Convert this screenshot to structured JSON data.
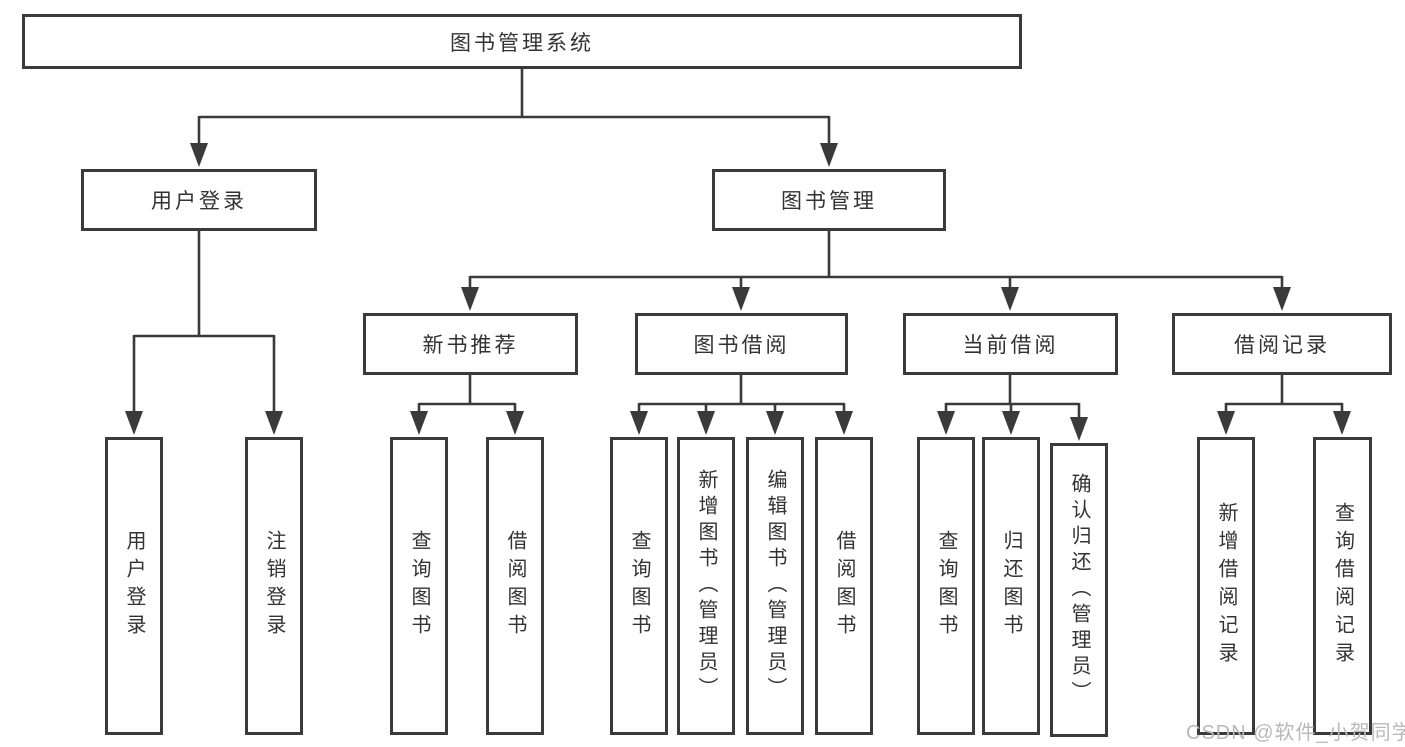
{
  "colors": {
    "line": "#3a3a3a",
    "text": "#333333",
    "box_background": "#ffffff",
    "watermark": "#b9b9b9"
  },
  "diagram": {
    "root": {
      "label": "图书管理系统"
    },
    "level2": [
      {
        "id": "user-login",
        "label": "用户登录"
      },
      {
        "id": "book-management",
        "label": "图书管理"
      }
    ],
    "level3": [
      {
        "id": "new-book-recommendation",
        "label": "新书推荐"
      },
      {
        "id": "book-borrowing",
        "label": "图书借阅"
      },
      {
        "id": "current-borrowing",
        "label": "当前借阅"
      },
      {
        "id": "borrowing-records",
        "label": "借阅记录"
      }
    ],
    "leaves": {
      "user_login": [
        "用户登录",
        "注销登录"
      ],
      "new_book_recommendation": [
        "查询图书",
        "借阅图书"
      ],
      "book_borrowing": [
        "查询图书",
        "新增图书（管理员）",
        "编辑图书（管理员）",
        "借阅图书"
      ],
      "current_borrowing": [
        "查询图书",
        "归还图书",
        "确认归还（管理员）"
      ],
      "borrowing_records": [
        "新增借阅记录",
        "查询借阅记录"
      ]
    }
  },
  "watermark": {
    "text": "CSDN @软件_小贺同学"
  }
}
